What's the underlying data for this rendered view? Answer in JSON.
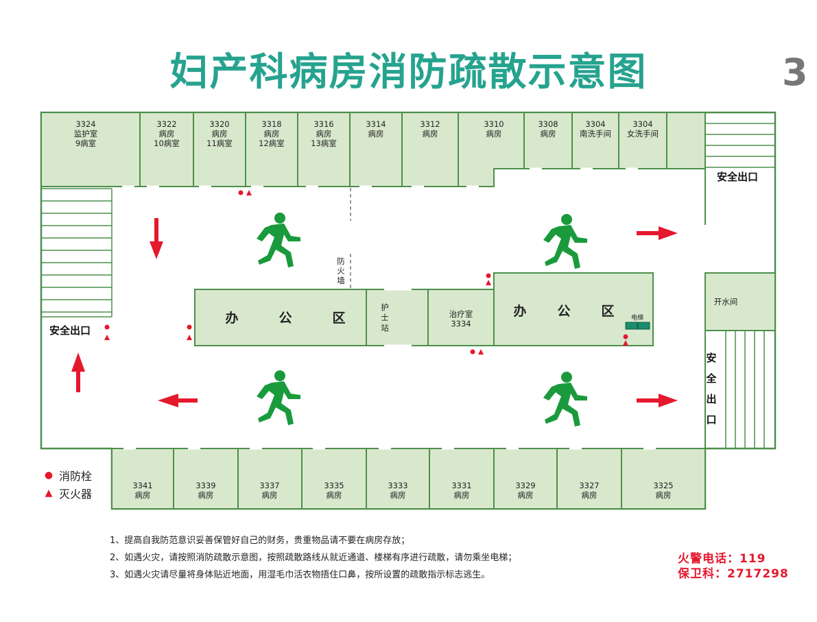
{
  "title": "妇产科病房消防疏散示意图",
  "floor_number": "3",
  "colors": {
    "room_fill": "#d8e8cd",
    "wall": "#4c8f4a",
    "arrow": "#e5182d",
    "runner": "#1a9a3c",
    "title": "#26a38f",
    "alarm_text": "#e5182d"
  },
  "top_rooms": [
    {
      "num": "3324",
      "l2": "监护室",
      "l3": "9病室"
    },
    {
      "num": "3322",
      "l2": "病房",
      "l3": "10病室"
    },
    {
      "num": "3320",
      "l2": "病房",
      "l3": "11病室"
    },
    {
      "num": "3318",
      "l2": "病房",
      "l3": "12病室"
    },
    {
      "num": "3316",
      "l2": "病房",
      "l3": "13病室"
    },
    {
      "num": "3314",
      "l2": "病房",
      "l3": ""
    },
    {
      "num": "3312",
      "l2": "病房",
      "l3": ""
    },
    {
      "num": "3310",
      "l2": "病房",
      "l3": ""
    },
    {
      "num": "3308",
      "l2": "病房",
      "l3": ""
    },
    {
      "num": "3304",
      "l2": "南洗手间",
      "l3": ""
    },
    {
      "num": "3304",
      "l2": "女洗手间",
      "l3": ""
    }
  ],
  "bottom_rooms": [
    {
      "num": "3341",
      "l2": "病房"
    },
    {
      "num": "3339",
      "l2": "病房"
    },
    {
      "num": "3337",
      "l2": "病房"
    },
    {
      "num": "3335",
      "l2": "病房"
    },
    {
      "num": "3333",
      "l2": "病房"
    },
    {
      "num": "3331",
      "l2": "病房"
    },
    {
      "num": "3329",
      "l2": "病房"
    },
    {
      "num": "3327",
      "l2": "病房"
    },
    {
      "num": "3325",
      "l2": "病房"
    }
  ],
  "center": {
    "office_left": [
      "办",
      "公",
      "区"
    ],
    "office_right": [
      "办",
      "公",
      "区"
    ],
    "nurse_station": [
      "护",
      "士",
      "站"
    ],
    "treatment_room": "治疗室",
    "treatment_num": "3334",
    "elevator": "电梯",
    "firewall": [
      "防",
      "火",
      "墙"
    ],
    "boiler_room": "开水间"
  },
  "exits": {
    "top_right": "安全出口",
    "left": "安全出口",
    "right_vertical": [
      "安",
      "全",
      "出",
      "口"
    ]
  },
  "legend": {
    "hydrant_symbol": "●",
    "hydrant": "消防栓",
    "extinguisher_symbol": "▲",
    "extinguisher": "灭火器"
  },
  "notes": [
    "1、提高自我防范意识妥善保管好自己的财务，贵重物品请不要在病房存放；",
    "2、如遇火灾，请按照消防疏散示意图，按照疏散路线从就近通道、楼梯有序进行疏散，请勿乘坐电梯；",
    "3、如遇火灾请尽量将身体贴近地面，用湿毛巾活衣物捂住口鼻，按所设置的疏散指示标志逃生。"
  ],
  "contacts": {
    "fire": "火警电话：119",
    "security": "保卫科：2717298"
  }
}
